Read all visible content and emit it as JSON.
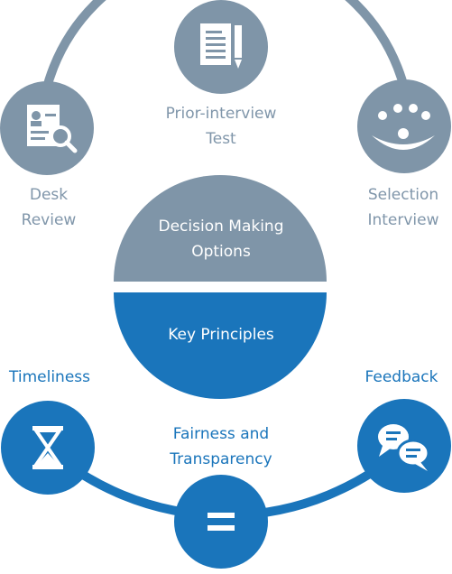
{
  "top_cycle": {
    "nodes": [
      {
        "label_lines": [
          "Prior-interview",
          "Test"
        ],
        "icon": "document-pencil-icon"
      },
      {
        "label_lines": [
          "Desk",
          "Review"
        ],
        "icon": "profile-search-icon"
      },
      {
        "label_lines": [
          "Selection",
          "Interview"
        ],
        "icon": "group-people-icon"
      }
    ]
  },
  "center": {
    "top_lines": [
      "Decision Making",
      "Options"
    ],
    "bottom_label": "Key Principles"
  },
  "bottom_cycle": {
    "nodes": [
      {
        "label": "Timeliness",
        "icon": "hourglass-icon"
      },
      {
        "label": "Feedback",
        "icon": "chat-bubbles-icon"
      },
      {
        "label_lines": [
          "Fairness and",
          "Transparency"
        ],
        "icon": "equals-icon"
      }
    ]
  },
  "colors": {
    "gray": "#7f95a8",
    "blue": "#1a75bb",
    "white": "#ffffff"
  }
}
